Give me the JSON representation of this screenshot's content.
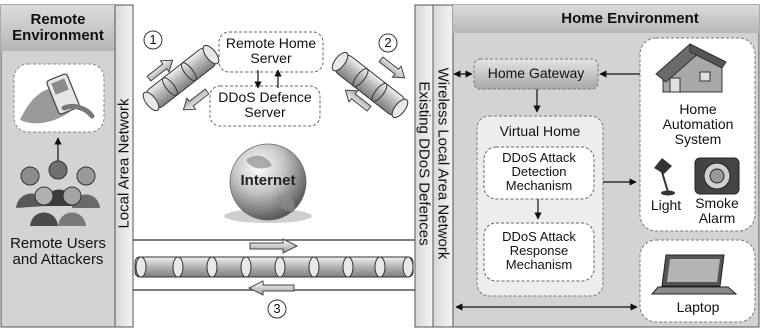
{
  "remote_panel": {
    "title": "Remote Environment",
    "users_label": "Remote Users and Attackers"
  },
  "columns": {
    "local_network": "Local Area Network",
    "wireless_network": "Wireless Local Area Network",
    "existing_defences": "Existing DDoS Defences"
  },
  "middle": {
    "remote_home_server": "Remote Home Server",
    "ddos_defence_server": "DDoS Defence Server",
    "internet": "Internet",
    "circle_labels": [
      "1",
      "2",
      "3"
    ]
  },
  "home_panel": {
    "title": "Home Environment",
    "home_gateway": "Home Gateway",
    "virtual_home": "Virtual Home",
    "detection_mechanism": "DDoS Attack Detection Mechanism",
    "response_mechanism": "DDoS Attack Response Mechanism",
    "automation_system": "Home Automation System",
    "light": "Light",
    "smoke_alarm": "Smoke Alarm",
    "laptop": "Laptop"
  }
}
